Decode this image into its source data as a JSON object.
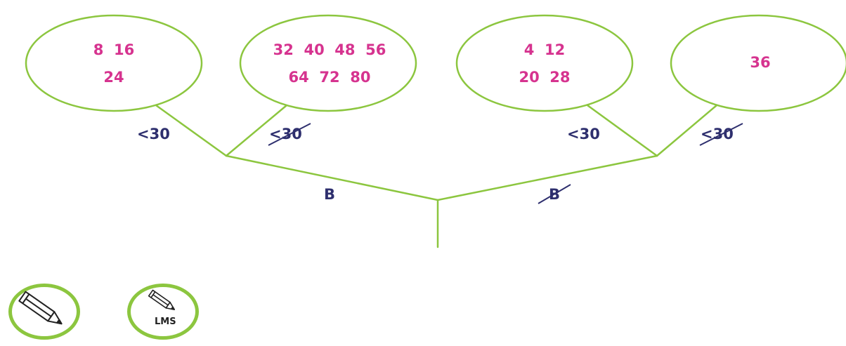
{
  "colors": {
    "line": "#8cc63f",
    "number": "#d6338f",
    "label": "#2e2f6e"
  },
  "leaves": [
    {
      "row1": "8  16",
      "row2": "24"
    },
    {
      "row1": "32  40  48  56",
      "row2": "64  72  80"
    },
    {
      "row1": "4  12",
      "row2": "20  28"
    },
    {
      "row1": "36",
      "row2": ""
    }
  ],
  "branches": {
    "root_left": "B",
    "root_right": "B",
    "left_left": "<30",
    "left_right": "<30",
    "right_left": "<30",
    "right_right": "<30"
  },
  "tools": {
    "pencil_icon": "pencil-icon",
    "lms_label": "LMS"
  }
}
